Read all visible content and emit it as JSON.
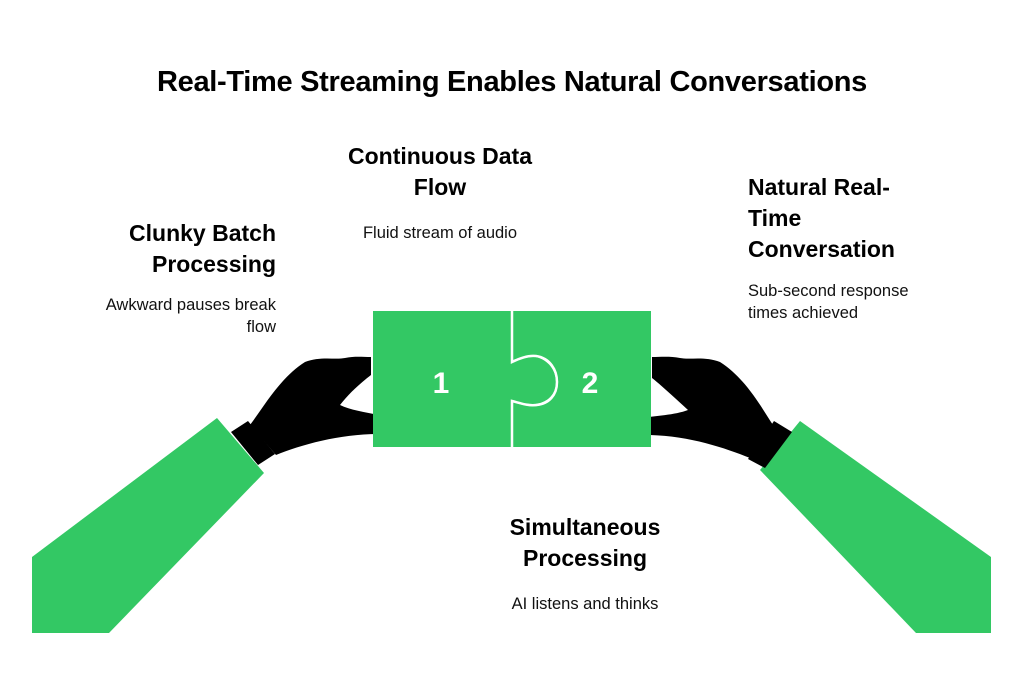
{
  "title": "Real-Time Streaming Enables Natural Conversations",
  "colors": {
    "accent_green": "#33C864",
    "hand_black": "#000000",
    "background": "#FFFFFF",
    "text": "#000000"
  },
  "stages": [
    {
      "id": "clunky",
      "heading": "Clunky Batch Processing",
      "heading_lines": [
        "Clunky Batch",
        "Processing"
      ],
      "description": "Awkward pauses break flow",
      "desc_lines": [
        "Awkward pauses break",
        "flow"
      ]
    },
    {
      "id": "continuous",
      "heading": "Continuous Data Flow",
      "heading_lines": [
        "Continuous Data",
        "Flow"
      ],
      "description": "Fluid stream of audio"
    },
    {
      "id": "simultaneous",
      "heading": "Simultaneous Processing",
      "heading_lines": [
        "Simultaneous",
        "Processing"
      ],
      "description": "AI listens and thinks"
    },
    {
      "id": "natural",
      "heading": "Natural Real-Time Conversation",
      "heading_lines": [
        "Natural Real-",
        "Time",
        "Conversation"
      ],
      "description": "Sub-second response times achieved",
      "desc_lines": [
        "Sub-second response",
        "times achieved"
      ]
    }
  ],
  "puzzle": {
    "left_piece_label": "1",
    "right_piece_label": "2"
  },
  "icons": {
    "left_hand": "left-hand-holding-icon",
    "right_hand": "right-hand-holding-icon",
    "puzzle": "puzzle-pieces-icon"
  }
}
